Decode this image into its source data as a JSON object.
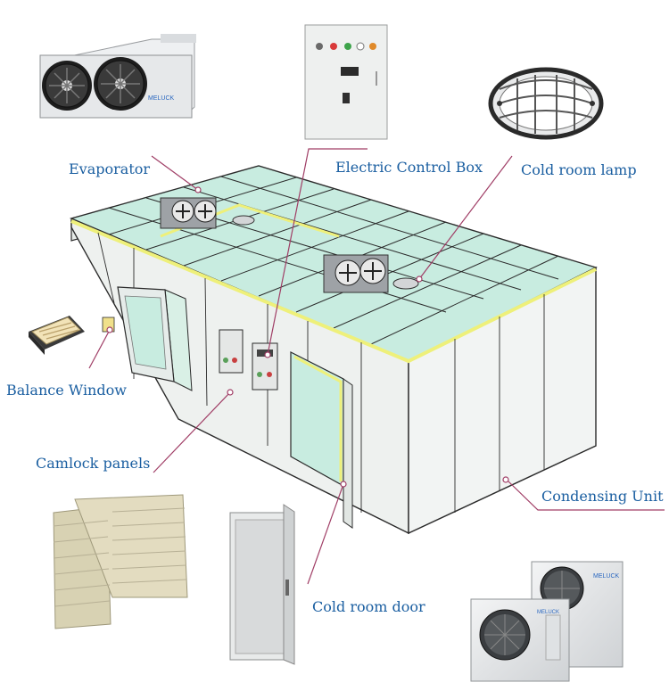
{
  "labels": {
    "evaporator": "Evaporator",
    "electric_control_box": "Electric Control Box",
    "cold_room_lamp": "Cold room lamp",
    "balance_window": "Balance Window",
    "camlock_panels": "Camlock panels",
    "condensing_unit": "Condensing Unit",
    "cold_room_door": "Cold room door"
  },
  "brand": {
    "evaporator_badge": "MELUCK",
    "condensing_unit_badge": "MELUCK"
  },
  "colors": {
    "label_text": "#1b5fa1",
    "leader_line": "#a03e66",
    "panel_outline": "#2b2b2b",
    "panel_fill": "#eef1ef",
    "ceiling_glass": "#c8ece0",
    "trim_yellow": "#eef07a",
    "equipment_grey": "#b9bcbf"
  }
}
